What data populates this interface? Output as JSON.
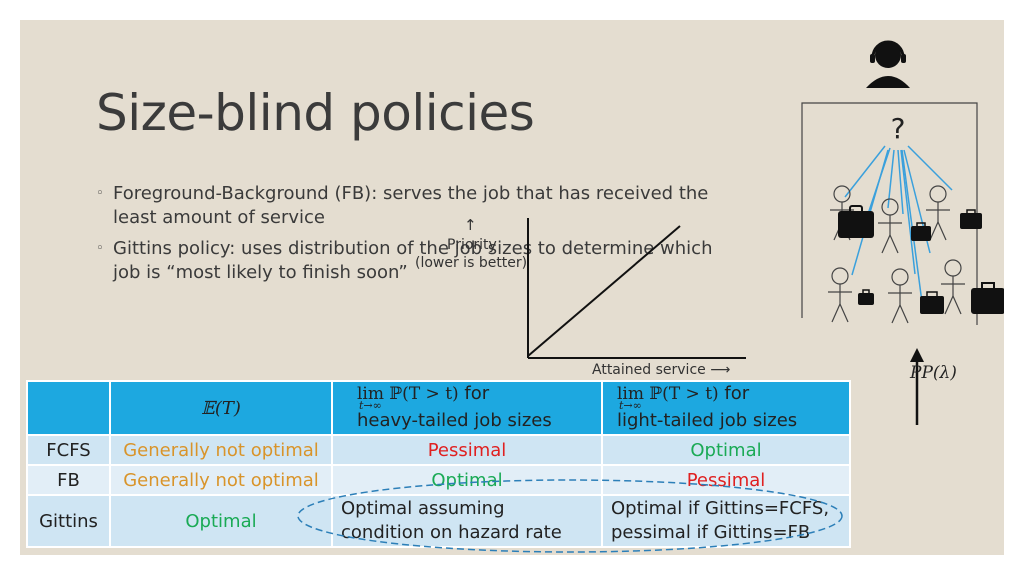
{
  "title": "Size-blind policies",
  "bullets": [
    {
      "symbol": "◦",
      "text": "Foreground-Background (FB): serves the job that has received the least amount of service"
    },
    {
      "symbol": "◦",
      "text": "Gittins policy: uses distribution of the job sizes to determine which job is “most likely to finish soon”"
    }
  ],
  "plot": {
    "y_label": "Priority",
    "y_sublabel": "(lower is better)",
    "x_label": "Attained service ⟶",
    "arrow_up": "↑"
  },
  "table": {
    "header": {
      "c1": "𝔼(T)",
      "c2_lim": "lim ℙ(T > t)",
      "c2_sub": "t→∞",
      "c2_for": " for",
      "c2_line2": "heavy-tailed job sizes",
      "c3_lim": "lim ℙ(T > t)",
      "c3_sub": "t→∞",
      "c3_for": " for",
      "c3_line2": "light-tailed job sizes"
    },
    "rows": [
      {
        "name": "FCFS",
        "c1": "Generally not optimal",
        "c2": "Pessimal",
        "c3": "Optimal"
      },
      {
        "name": "FB",
        "c1": "Generally not optimal",
        "c2": "Optimal",
        "c3": "Pessimal"
      },
      {
        "name": "Gittins",
        "c1": "Optimal",
        "c2a": "Optimal assuming",
        "c2b": "condition on hazard rate",
        "c3a": "Optimal if Gittins=FCFS,",
        "c3b": "pessimal if Gittins=FB"
      }
    ]
  },
  "diagram": {
    "question_mark": "?",
    "rate_label": "PP(λ)"
  },
  "colors": {
    "slide_bg": "#e4ddd0",
    "table_header": "#1da8e0",
    "table_row": "#cfe5f3",
    "orange": "#d9942a",
    "red": "#e02020",
    "green": "#1aaa55",
    "arrow_blue": "#3aa0dc"
  }
}
